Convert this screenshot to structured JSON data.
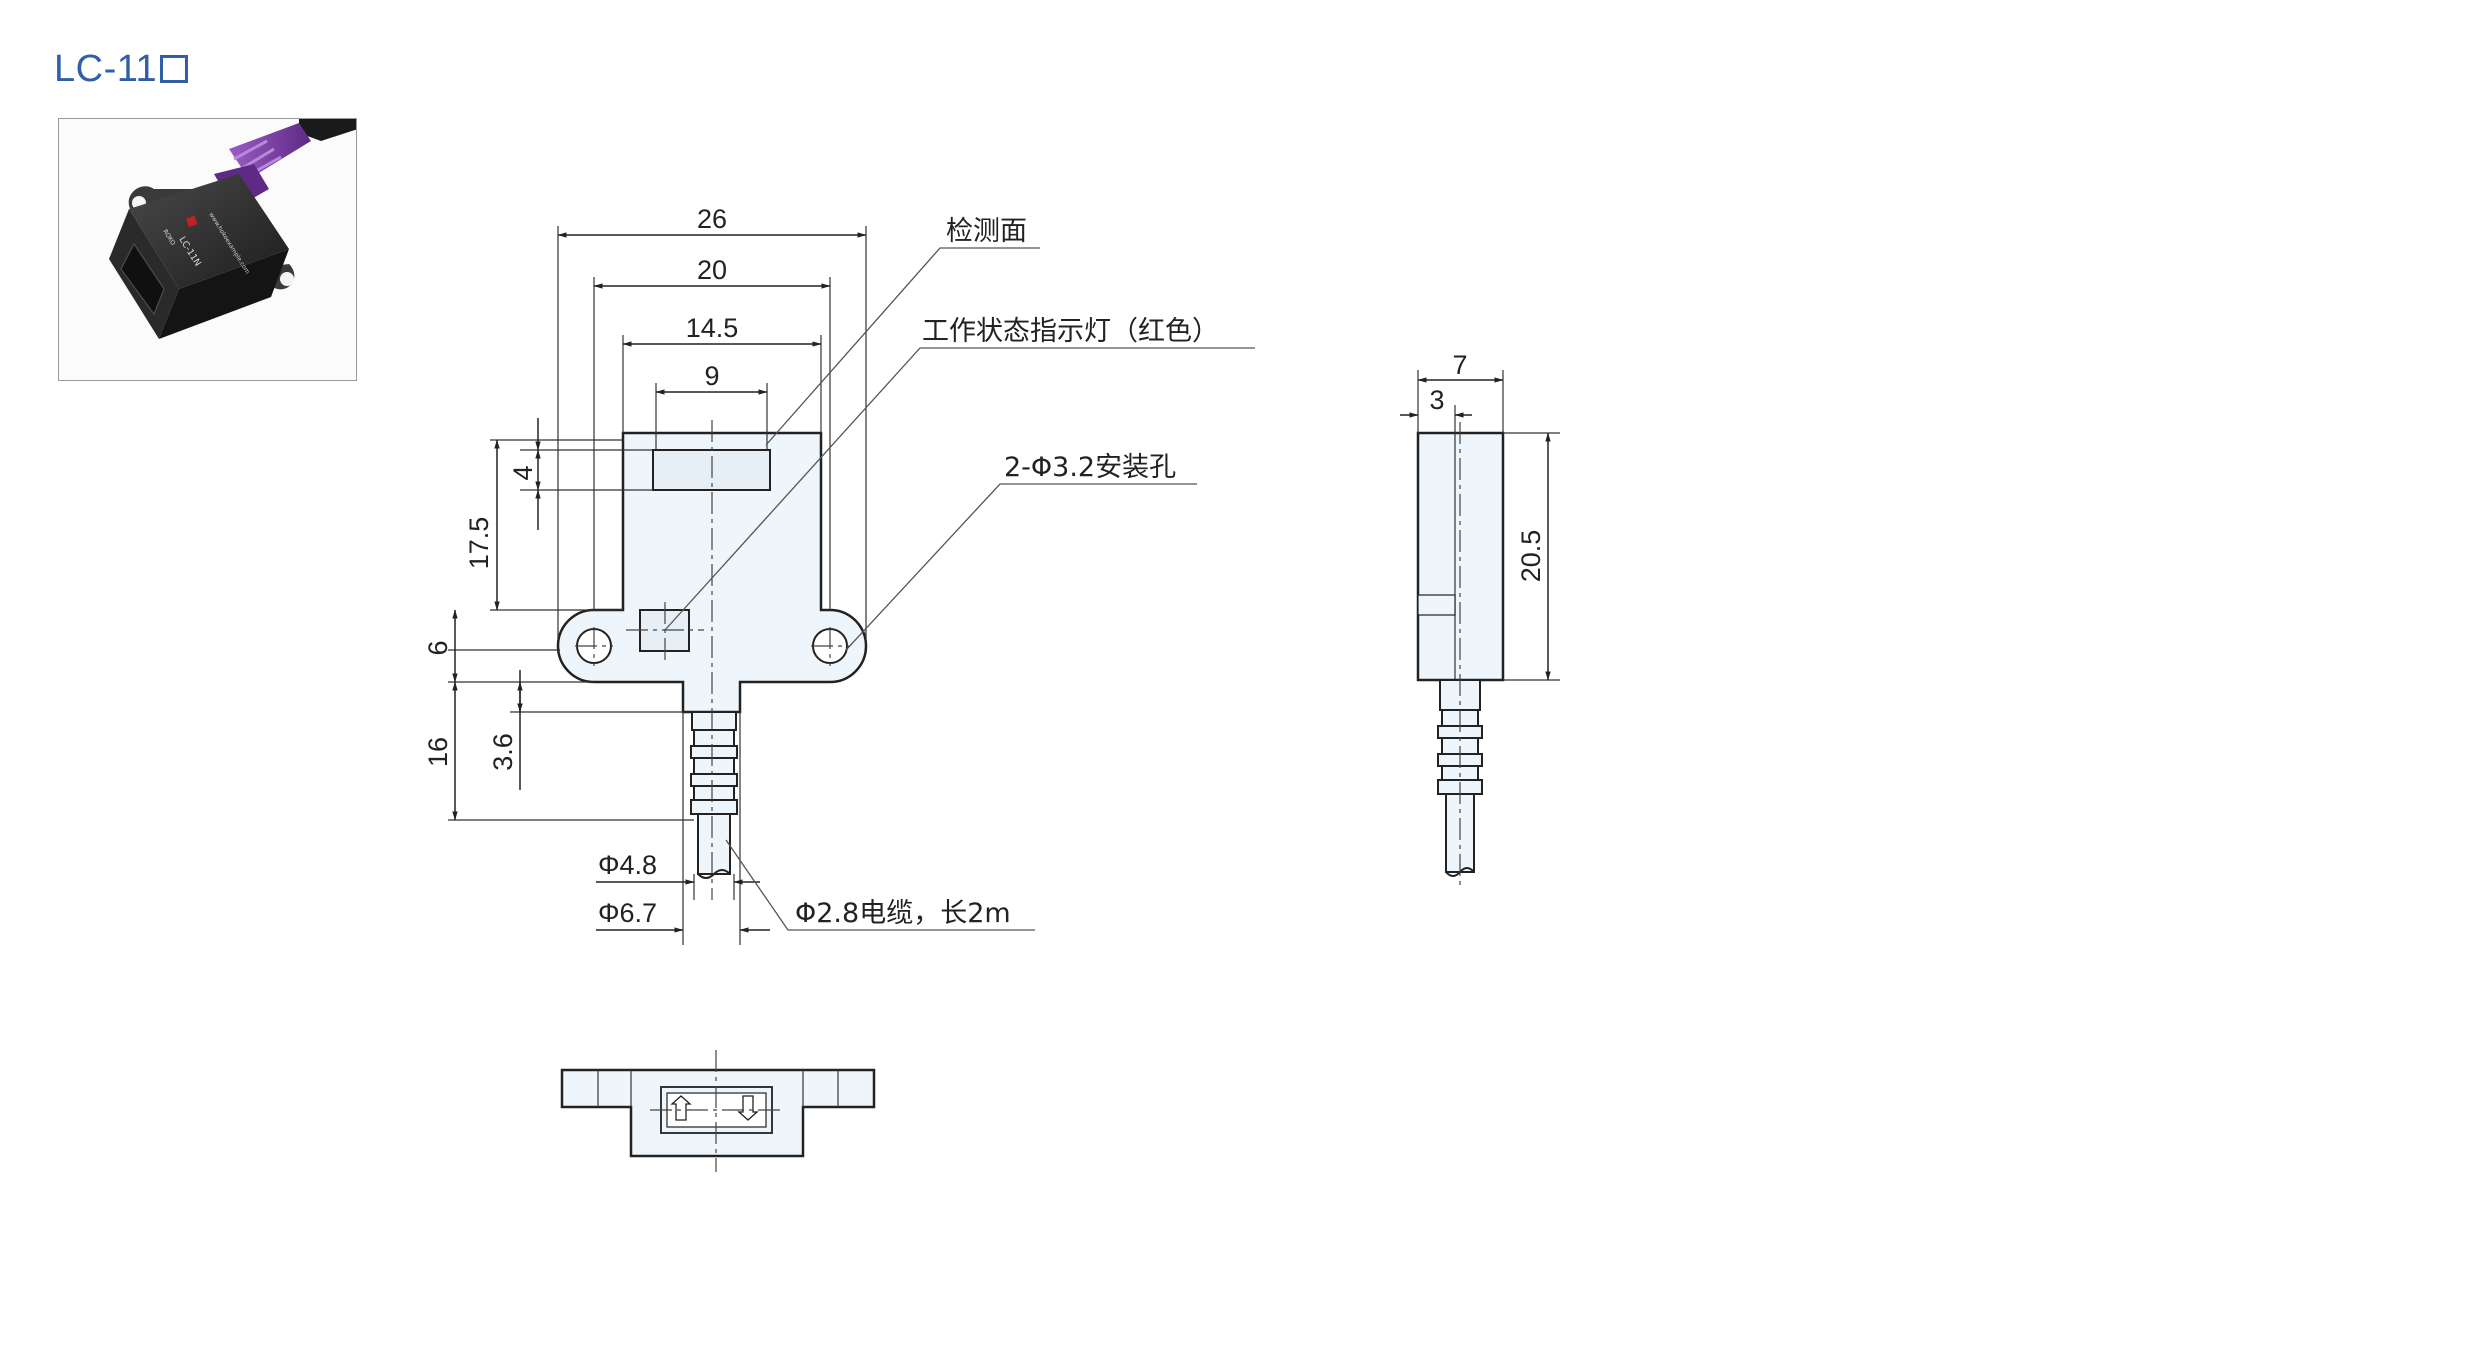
{
  "title": {
    "text": "LC-11"
  },
  "photo": {
    "model_label": "LC-11N",
    "brand_label": "ROKO",
    "url_label": "www.hokoexample.com"
  },
  "front_view": {
    "dims": {
      "w26": "26",
      "w20": "20",
      "w14_5": "14.5",
      "w9": "9",
      "h4": "4",
      "h17_5": "17.5",
      "h6": "6",
      "h16": "16",
      "h3_6": "3.6",
      "d4_8": "Φ4.8",
      "d6_7": "Φ6.7"
    },
    "callouts": {
      "detect_face": "检测面",
      "indicator": "工作状态指示灯（红色）",
      "mount_holes": "2-Φ3.2安装孔",
      "cable": "Φ2.8电缆，长2m"
    }
  },
  "side_view": {
    "dims": {
      "w7": "7",
      "w3": "3",
      "h20_5": "20.5"
    }
  },
  "colors": {
    "title": "#2f5fa8",
    "part_fill": "#eef5fb",
    "line": "#222222",
    "cable_purple": "#7b3fa0"
  }
}
